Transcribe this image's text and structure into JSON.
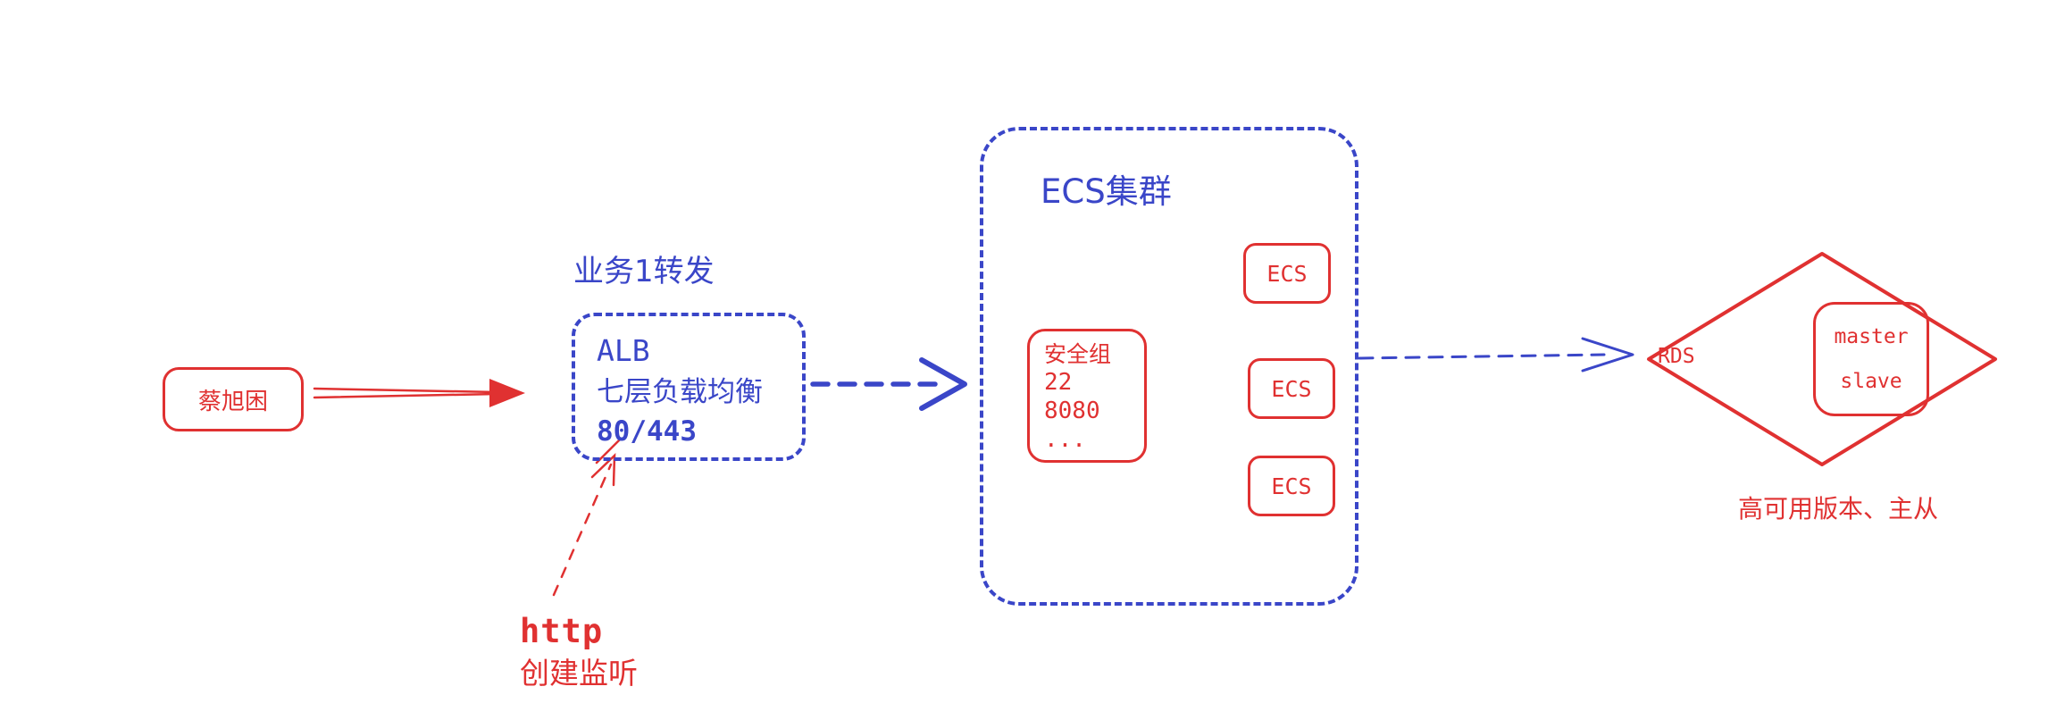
{
  "colors": {
    "blue": "#3a46c8",
    "red": "#e03131",
    "background": "#ffffff"
  },
  "user_box": {
    "label": "蔡旭困"
  },
  "alb": {
    "title": "业务1转发",
    "name": "ALB",
    "subtitle": "七层负载均衡",
    "ports": "80/443"
  },
  "http_note": {
    "line1": "http",
    "line2": "创建监听"
  },
  "ecs_cluster": {
    "title": "ECS集群",
    "security_group": {
      "title": "安全组",
      "port1": "22",
      "port2": "8080",
      "more": "..."
    },
    "instances": [
      {
        "label": "ECS"
      },
      {
        "label": "ECS"
      },
      {
        "label": "ECS"
      }
    ]
  },
  "rds": {
    "label": "RDS",
    "master": "master",
    "slave": "slave",
    "caption": "高可用版本、主从"
  }
}
